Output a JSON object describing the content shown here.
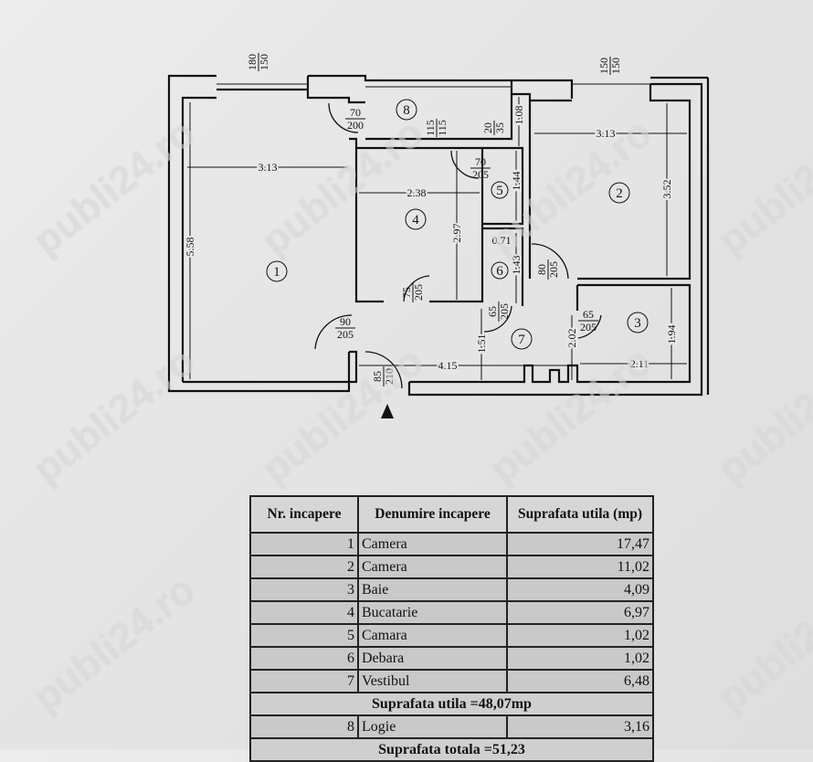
{
  "watermark": "publi24.ro",
  "plan": {
    "rooms": [
      "1",
      "2",
      "3",
      "4",
      "5",
      "6",
      "7",
      "8"
    ],
    "windows": [
      {
        "top": "180",
        "bottom": "150"
      },
      {
        "top": "150",
        "bottom": "150"
      },
      {
        "top": "115",
        "bottom": "115"
      },
      {
        "top": "20",
        "bottom": "35"
      }
    ],
    "doors": [
      {
        "top": "70",
        "bottom": "200"
      },
      {
        "top": "70",
        "bottom": "205"
      },
      {
        "top": "90",
        "bottom": "205"
      },
      {
        "top": "65",
        "bottom": "205"
      },
      {
        "top": "75",
        "bottom": "205"
      },
      {
        "top": "80",
        "bottom": "205"
      },
      {
        "top": "65",
        "bottom": "205"
      },
      {
        "top": "85",
        "bottom": "210"
      }
    ],
    "dimensions": [
      "3.13",
      "5.58",
      "2.38",
      "2.97",
      "1.44",
      "0.71",
      "1.43",
      "3.13",
      "3.52",
      "1.08",
      "1.94",
      "2.11",
      "4.15",
      "1.51",
      "2.02"
    ]
  },
  "table": {
    "headers": [
      "Nr. incapere",
      "Denumire incapere",
      "Suprafata utila (mp)"
    ],
    "rows": [
      {
        "nr": "1",
        "name": "Camera",
        "area": "17,47"
      },
      {
        "nr": "2",
        "name": "Camera",
        "area": "11,02"
      },
      {
        "nr": "3",
        "name": "Baie",
        "area": "4,09"
      },
      {
        "nr": "4",
        "name": "Bucatarie",
        "area": "6,97"
      },
      {
        "nr": "5",
        "name": "Camara",
        "area": "1,02"
      },
      {
        "nr": "6",
        "name": "Debara",
        "area": "1,02"
      },
      {
        "nr": "7",
        "name": "Vestibul",
        "area": "6,48"
      }
    ],
    "subtotal": "Suprafata utila =48,07mp",
    "extra_row": {
      "nr": "8",
      "name": "Logie",
      "area": "3,16"
    },
    "total": "Suprafata totala =51,23"
  }
}
